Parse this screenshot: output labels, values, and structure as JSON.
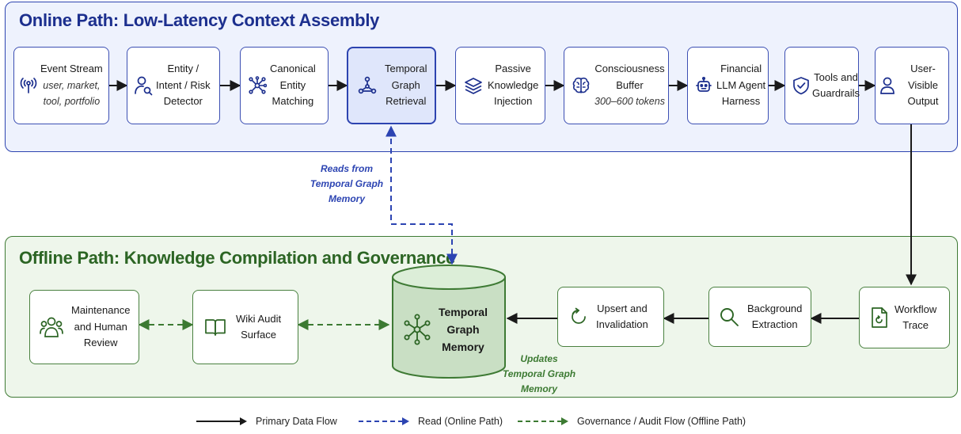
{
  "online": {
    "title": "Online Path: Low-Latency Context Assembly",
    "nodes": [
      {
        "icon": "broadcast-icon",
        "lines": [
          "Event Stream"
        ],
        "sub": [
          "user, market,",
          "tool, portfolio"
        ]
      },
      {
        "icon": "user-search-icon",
        "lines": [
          "Entity /",
          "Intent / Risk",
          "Detector"
        ]
      },
      {
        "icon": "network-hub-icon",
        "lines": [
          "Canonical",
          "Entity",
          "Matching"
        ]
      },
      {
        "icon": "graph-nodes-icon",
        "lines": [
          "Temporal",
          "Graph",
          "Retrieval"
        ]
      },
      {
        "icon": "layers-icon",
        "lines": [
          "Passive",
          "Knowledge",
          "Injection"
        ]
      },
      {
        "icon": "brain-icon",
        "lines": [
          "Consciousness",
          "Buffer"
        ],
        "sub": [
          "300–600 tokens"
        ]
      },
      {
        "icon": "robot-icon",
        "lines": [
          "Financial",
          "LLM Agent",
          "Harness"
        ]
      },
      {
        "icon": "shield-check-icon",
        "lines": [
          "Tools and",
          "Guardrails"
        ]
      },
      {
        "icon": "user-icon",
        "lines": [
          "User-Visible",
          "Output"
        ]
      }
    ]
  },
  "offline": {
    "title": "Offline Path: Knowledge Compilation and Governance",
    "nodes": {
      "maintenance": {
        "icon": "people-icon",
        "lines": [
          "Maintenance",
          "and Human",
          "Review"
        ]
      },
      "wiki": {
        "icon": "book-icon",
        "lines": [
          "Wiki Audit",
          "Surface"
        ]
      },
      "memory": {
        "icon": "graph-nodes-icon",
        "lines": [
          "Temporal",
          "Graph",
          "Memory"
        ]
      },
      "upsert": {
        "icon": "refresh-icon",
        "lines": [
          "Upsert and",
          "Invalidation"
        ]
      },
      "extraction": {
        "icon": "magnifier-icon",
        "lines": [
          "Background",
          "Extraction"
        ]
      },
      "trace": {
        "icon": "file-trace-icon",
        "lines": [
          "Workflow",
          "Trace"
        ]
      }
    }
  },
  "annotations": {
    "reads": [
      "Reads from",
      "Temporal Graph",
      "Memory"
    ],
    "updates": [
      "Updates",
      "Temporal Graph",
      "Memory"
    ]
  },
  "legend": [
    {
      "label": "Primary Data Flow",
      "style": "solid",
      "color": "#1a1a1a"
    },
    {
      "label": "Read (Online Path)",
      "style": "dashed",
      "color": "#2c44b2"
    },
    {
      "label": "Governance / Audit Flow (Offline Path)",
      "style": "dashed",
      "color": "#3c7a32"
    }
  ],
  "colors": {
    "online_accent": "#2d44b0",
    "offline_accent": "#3e7a34",
    "online_bg": "#eef2fd",
    "offline_bg": "#eef6eb"
  }
}
